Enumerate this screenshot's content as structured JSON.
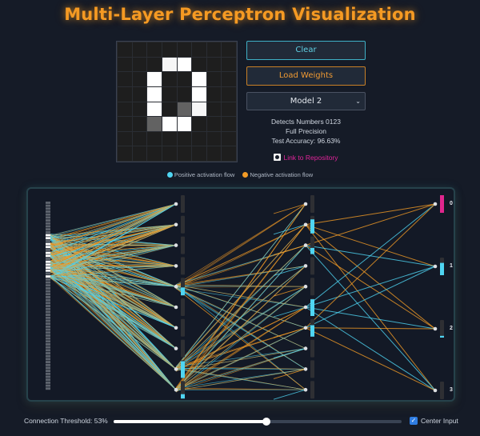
{
  "header": {
    "title": "Multi-Layer Perceptron Visualization"
  },
  "drawing_grid": {
    "rows": 8,
    "cols": 8,
    "cells": [
      [
        0,
        0,
        0,
        0,
        0,
        0,
        0,
        0
      ],
      [
        0,
        0,
        0,
        0.96,
        1,
        0,
        0,
        0
      ],
      [
        0,
        0,
        1,
        0,
        0,
        1,
        0,
        0
      ],
      [
        0,
        0,
        1,
        0,
        0,
        1,
        0,
        0
      ],
      [
        0,
        0,
        1,
        0,
        0.3,
        0.96,
        0,
        0
      ],
      [
        0,
        0,
        0.3,
        1,
        1,
        0,
        0,
        0
      ],
      [
        0,
        0,
        0,
        0,
        0,
        0,
        0,
        0
      ],
      [
        0,
        0,
        0,
        0,
        0,
        0,
        0,
        0
      ]
    ]
  },
  "controls": {
    "clear_label": "Clear",
    "load_weights_label": "Load Weights",
    "model_select": {
      "selected": "Model 2",
      "chevron": "chevron-down-icon"
    }
  },
  "model_info": {
    "line1": "Detects Numbers 0123",
    "line2": "Full Precision",
    "line3": "Test Accuracy: 96.63%"
  },
  "repo_link": {
    "icon": "github-icon",
    "label": "Link to Repository"
  },
  "legend": {
    "positive": {
      "label": "Positive activation flow",
      "color": "#4fd5f2"
    },
    "negative": {
      "label": "Negative activation flow",
      "color": "#f29b26"
    }
  },
  "network": {
    "input_neurons": 64,
    "input_active_rows": [
      11,
      12,
      14,
      15,
      17,
      18,
      20,
      21,
      22,
      23,
      25
    ],
    "hidden1": {
      "count": 10,
      "activations": [
        0,
        0,
        0,
        0,
        0.45,
        0,
        0,
        0,
        0.95,
        0.25
      ]
    },
    "hidden2": {
      "count": 10,
      "activations": [
        0,
        0.8,
        0.35,
        0,
        0,
        0.95,
        0.65,
        0,
        0,
        0
      ]
    },
    "outputs": [
      {
        "label": "0",
        "activation": 1.0,
        "color": "#e0268e"
      },
      {
        "label": "1",
        "activation": 0.7,
        "color": "#4fd5f2"
      },
      {
        "label": "2",
        "activation": 0.1,
        "color": "#4fd5f2"
      },
      {
        "label": "3",
        "activation": 0.0,
        "color": "#4fd5f2"
      }
    ]
  },
  "footer": {
    "threshold_label": "Connection Threshold: 53%",
    "threshold_value": 53,
    "center_input_label": "Center Input",
    "center_input_checked": true
  }
}
